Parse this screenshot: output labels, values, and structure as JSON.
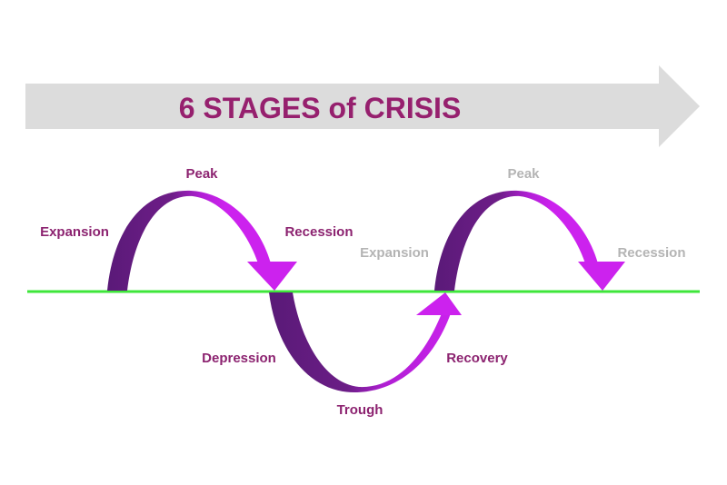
{
  "title": "6 STAGES of CRISIS",
  "stages": {
    "expansion": "Expansion",
    "peak": "Peak",
    "recession": "Recession",
    "depression": "Depression",
    "trough": "Trough",
    "recovery": "Recovery",
    "expansion_next": "Expansion",
    "peak_next": "Peak",
    "recession_next": "Recession"
  },
  "colors": {
    "title_text": "#96206e",
    "label_text": "#8c2370",
    "faded_label": "#b4b4b4",
    "banner_arrow": "#dcdcdc",
    "baseline": "#3ee63a",
    "dark_purple": "#5a1a78",
    "magenta": "#cc22ee"
  }
}
